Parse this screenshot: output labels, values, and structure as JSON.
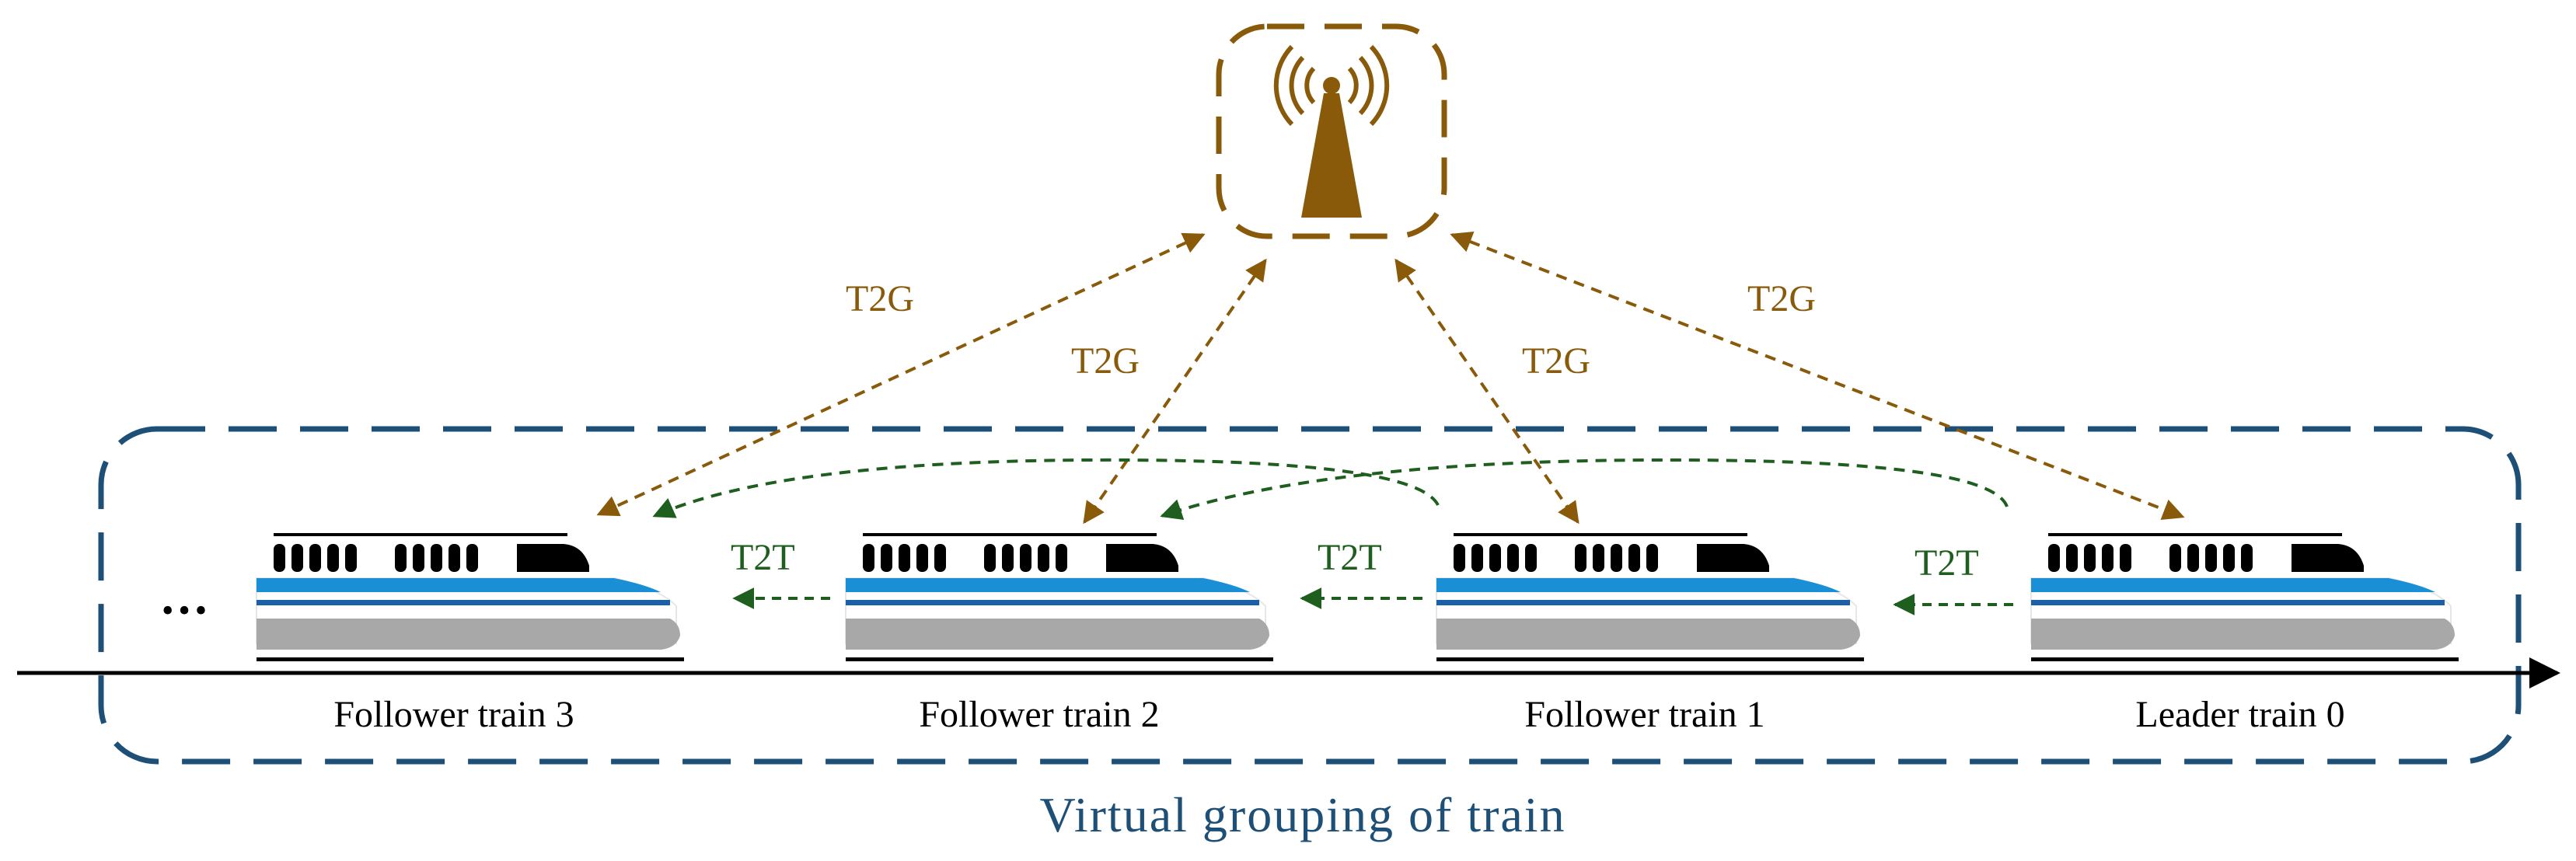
{
  "base_station": {
    "icon": "radio-tower-icon"
  },
  "links": {
    "t2g_label": "T2G",
    "t2t_label": "T2T"
  },
  "trains": [
    {
      "id": "follower-train-3",
      "label": "Follower train 3"
    },
    {
      "id": "follower-train-2",
      "label": "Follower train 2"
    },
    {
      "id": "follower-train-1",
      "label": "Follower train 1"
    },
    {
      "id": "leader-train-0",
      "label": "Leader train 0"
    }
  ],
  "ellipsis": "•••",
  "group_caption": "Virtual grouping of train",
  "colors": {
    "t2g": "#8a5a0b",
    "t2t": "#1e5e1e",
    "group_border": "#1d4f77",
    "train_blue": "#1a8fd6",
    "train_stripe_dark": "#1a5fa8",
    "train_grey": "#a8a8a8",
    "track": "#000000"
  }
}
